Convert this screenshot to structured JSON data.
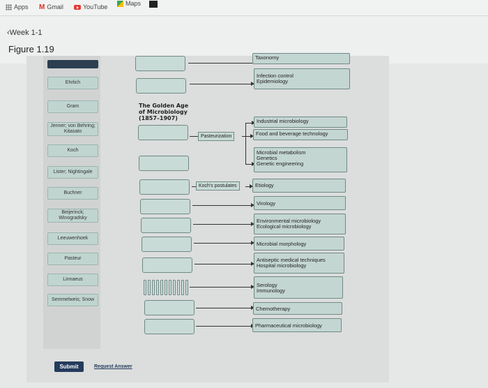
{
  "bookmarks": {
    "apps": "Apps",
    "gmail": "Gmail",
    "youtube": "YouTube",
    "maps": "Maps"
  },
  "nav": {
    "back_link": "Week 1-1"
  },
  "figure": {
    "title": "Figure 1.19"
  },
  "scientists": [
    "Ehrlich",
    "Gram",
    "Jenner; von Behring; Kitasato",
    "Koch",
    "Lister; Nightingale",
    "Buchner",
    "Beijerinck; Winogradsky",
    "Leeuwenhoek",
    "Pasteur",
    "Linnaeus",
    "Semmelweis; Snow"
  ],
  "golden_age": {
    "line1": "The Golden Age",
    "line2": "of Microbiology",
    "line3": "(1857–1907)"
  },
  "connector_labels": {
    "pasteurization": "Pasteurization",
    "koch_postulates": "Koch's postulates"
  },
  "fields": {
    "taxonomy": "Taxonomy",
    "infection_control": "Infection control",
    "epidemiology": "Epidemiology",
    "industrial": "Industrial microbiology",
    "food": "Food and beverage technology",
    "metabolism": "Microbial metabolism",
    "genetics": "Genetics",
    "genetic_eng": "Genetic engineering",
    "etiology": "Etiology",
    "virology": "Virology",
    "env": "Environmental microbiology",
    "eco": "Ecological microbiology",
    "morphology": "Microbial morphology",
    "antiseptic": "Antiseptic medical techniques",
    "hospital": "Hospital microbiology",
    "serology": "Serology",
    "immunology": "Immunology",
    "chemotherapy": "Chemotherapy",
    "pharma": "Pharmaceutical microbiology"
  },
  "actions": {
    "submit": "Submit",
    "request_answer": "Request Answer"
  }
}
